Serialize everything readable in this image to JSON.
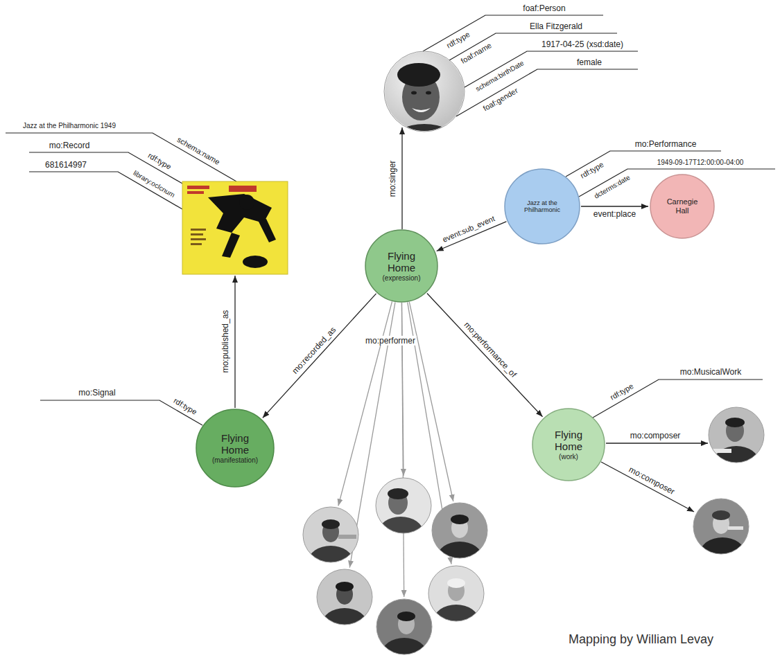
{
  "diagram": {
    "caption": "Mapping by William Levay",
    "nodes": [
      {
        "text": [
          "Jazz at the Philharmonic"
        ]
      },
      {
        "text": [
          "Carnegie Hall"
        ]
      },
      {
        "text": [
          "Flying Home",
          "(expression)"
        ]
      },
      {
        "text": [
          "Flying Home",
          "(manifestation)"
        ]
      },
      {
        "text": [
          "Flying Home",
          "(work)"
        ]
      }
    ],
    "edges": [
      {
        "from": 0,
        "to": 1,
        "arrow": "to",
        "label": "event:place"
      },
      {
        "from": 0,
        "to": 2,
        "arrow": "to",
        "label": "event:sub_event"
      },
      {
        "from": 2,
        "to": 3,
        "arrow": "to",
        "label": "mo:recorded_as"
      },
      {
        "from": 2,
        "to": 4,
        "arrow": "to",
        "label": "mo:performance_of"
      }
    ],
    "labels": [
      "rdf:type",
      "foaf:Person",
      "foaf:name",
      "Ella Fitzgerald",
      "schema:birthDate",
      "1917-04-25 (xsd:date)",
      "foaf:gender",
      "female",
      "rdf:type",
      "mo:Performance",
      "dcterms:date",
      "1949-09-17T12:00:00-04:00",
      "Jazz at the Philharmonic 1949",
      "schema:name",
      "mo:Record",
      "rdf:type",
      "681614997",
      "library:oclcnum",
      "mo:singer",
      "mo:published_as",
      "mo:Signal",
      "rdf:type",
      "mo:performer",
      "mo:MusicalWork",
      "rdf:type",
      "mo:composer",
      "mo:composer"
    ]
  }
}
